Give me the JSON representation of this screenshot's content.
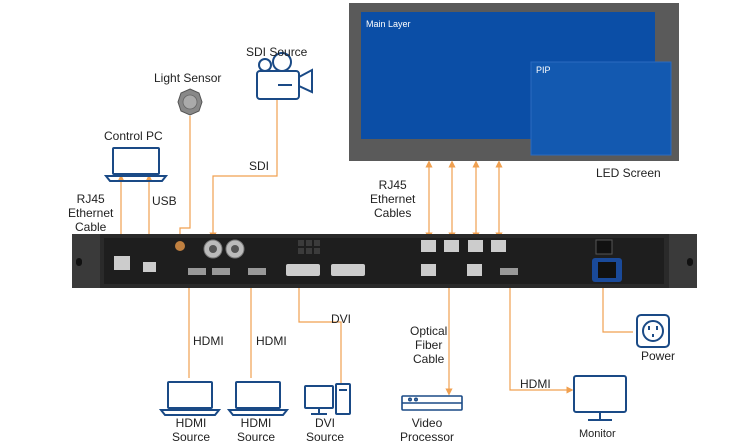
{
  "labels": {
    "main_layer": "Main Layer",
    "pip": "PIP",
    "led_screen": "LED Screen",
    "sdi_source": "SDI Source",
    "light_sensor": "Light Sensor",
    "control_pc": "Control PC",
    "rj45_cable_left": [
      "RJ45",
      "Ethernet",
      "Cable"
    ],
    "usb": "USB",
    "sdi": "SDI",
    "rj45_cables_right": [
      "RJ45",
      "Ethernet",
      "Cables"
    ],
    "hdmi_left": "HDMI",
    "hdmi_mid": "HDMI",
    "dvi": "DVI",
    "optical": [
      "Optical",
      "Fiber",
      "Cable"
    ],
    "hdmi_right": "HDMI",
    "power": "Power",
    "hdmi_source_1": [
      "HDMI",
      "Source"
    ],
    "hdmi_source_2": [
      "HDMI",
      "Source"
    ],
    "dvi_source": [
      "DVI",
      "Source"
    ],
    "video_processor": [
      "Video",
      "Processor"
    ],
    "monitor": "Monitor"
  },
  "colors": {
    "screen_frame": "#5a5a5a",
    "screen_fill": "#0b4ea6",
    "pip_fill": "#1359b0",
    "cable": "#f0a050",
    "device_body": "#222222",
    "icon_blue": "#1a4a86"
  }
}
